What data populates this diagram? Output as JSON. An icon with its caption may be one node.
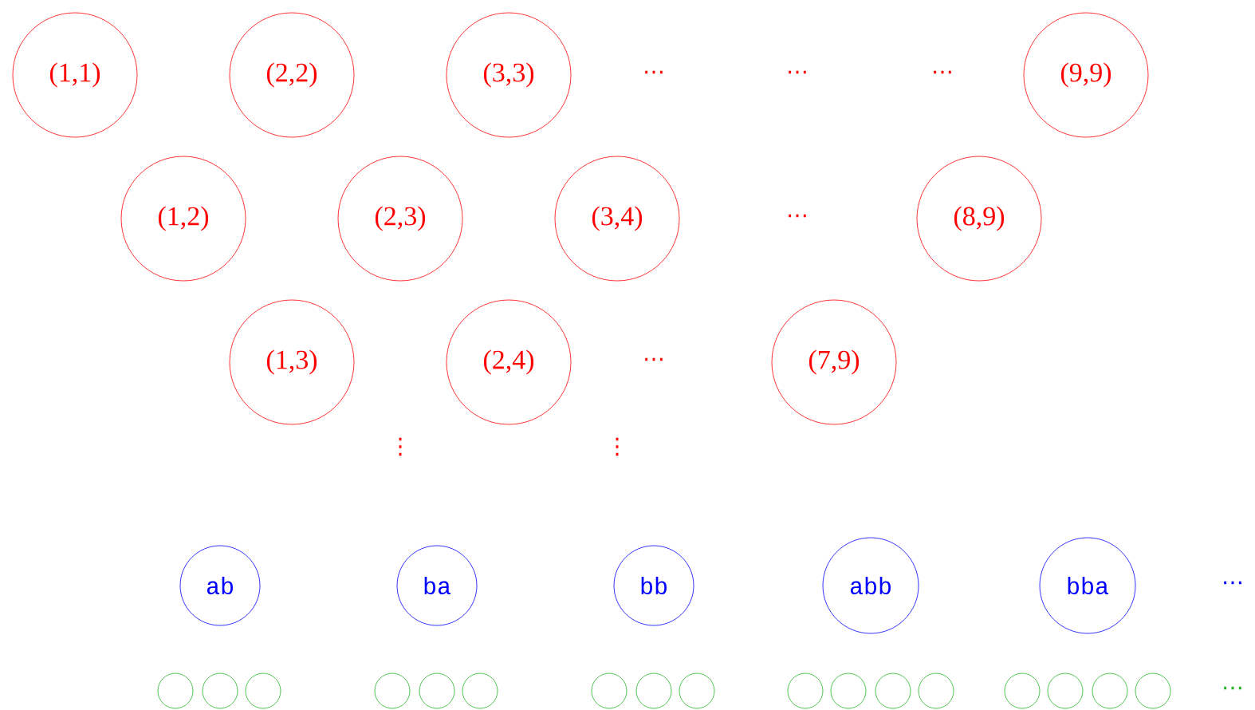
{
  "diagram": {
    "nodes": [
      {
        "text": [
          "(1,1)"
        ]
      },
      {
        "text": [
          "(2,2)"
        ]
      },
      {
        "text": [
          "(3,3)"
        ]
      },
      {
        "text": [
          "(9,9)"
        ]
      },
      {
        "text": [
          "(1,2)"
        ]
      },
      {
        "text": [
          "(2,3)"
        ]
      },
      {
        "text": [
          "(3,4)"
        ]
      },
      {
        "text": [
          "(8,9)"
        ]
      },
      {
        "text": [
          "(1,3)"
        ]
      },
      {
        "text": [
          "(2,4)"
        ]
      },
      {
        "text": [
          "(7,9)"
        ]
      },
      {
        "text": [
          "ab"
        ]
      },
      {
        "text": [
          "ba"
        ]
      },
      {
        "text": [
          "bb"
        ]
      },
      {
        "text": [
          "abb"
        ]
      },
      {
        "text": [
          "bba"
        ]
      },
      {
        "text": [],
        "shape": "circle"
      },
      {
        "text": [],
        "shape": "circle"
      },
      {
        "text": [],
        "shape": "circle"
      },
      {
        "text": [],
        "shape": "circle"
      },
      {
        "text": [],
        "shape": "circle"
      },
      {
        "text": [],
        "shape": "circle"
      },
      {
        "text": [],
        "shape": "circle"
      },
      {
        "text": [],
        "shape": "circle"
      },
      {
        "text": [],
        "shape": "circle"
      },
      {
        "text": [],
        "shape": "circle"
      },
      {
        "text": [],
        "shape": "circle"
      },
      {
        "text": [],
        "shape": "circle"
      },
      {
        "text": [],
        "shape": "circle"
      },
      {
        "text": [],
        "shape": "circle"
      },
      {
        "text": [],
        "shape": "circle"
      },
      {
        "text": [],
        "shape": "circle"
      },
      {
        "text": [],
        "shape": "circle"
      }
    ],
    "edges": [],
    "labels": [
      "⋯",
      "⋯",
      "⋯",
      "⋯",
      "⋯",
      "⋮",
      "⋮",
      "⋯",
      "⋯"
    ]
  }
}
